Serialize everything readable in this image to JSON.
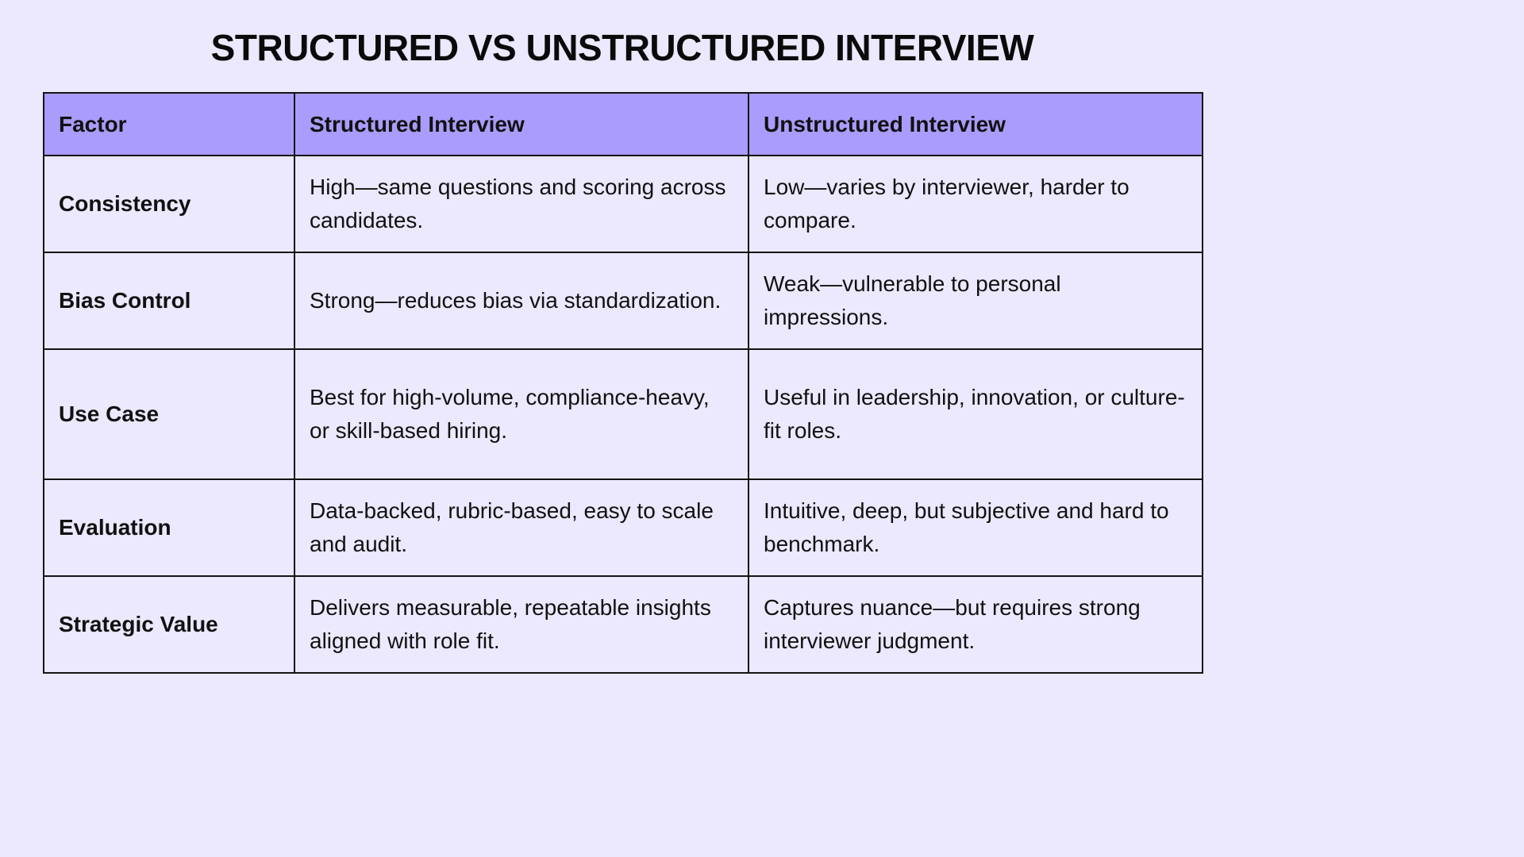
{
  "title": "STRUCTURED VS UNSTRUCTURED INTERVIEW",
  "colors": {
    "background": "#ece8fd",
    "header_fill": "#aa9cfc",
    "border": "#141414",
    "text": "#111111"
  },
  "table": {
    "headers": [
      "Factor",
      "Structured Interview",
      "Unstructured Interview"
    ],
    "rows": [
      {
        "factor": "Consistency",
        "structured": "High—same questions and scoring across candidates.",
        "unstructured": "Low—varies by interviewer, harder to compare."
      },
      {
        "factor": "Bias Control",
        "structured": "Strong—reduces bias via standardization.",
        "unstructured": "Weak—vulnerable to personal impressions."
      },
      {
        "factor": "Use Case",
        "structured": "Best for high-volume, compliance-heavy, or skill-based hiring.",
        "unstructured": "Useful in leadership, innovation, or culture-fit roles."
      },
      {
        "factor": "Evaluation",
        "structured": "Data-backed, rubric-based, easy to scale and audit.",
        "unstructured": "Intuitive, deep, but subjective and hard to benchmark."
      },
      {
        "factor": "Strategic Value",
        "structured": "Delivers measurable, repeatable insights aligned with role fit.",
        "unstructured": "Captures nuance—but requires strong interviewer judgment."
      }
    ]
  }
}
